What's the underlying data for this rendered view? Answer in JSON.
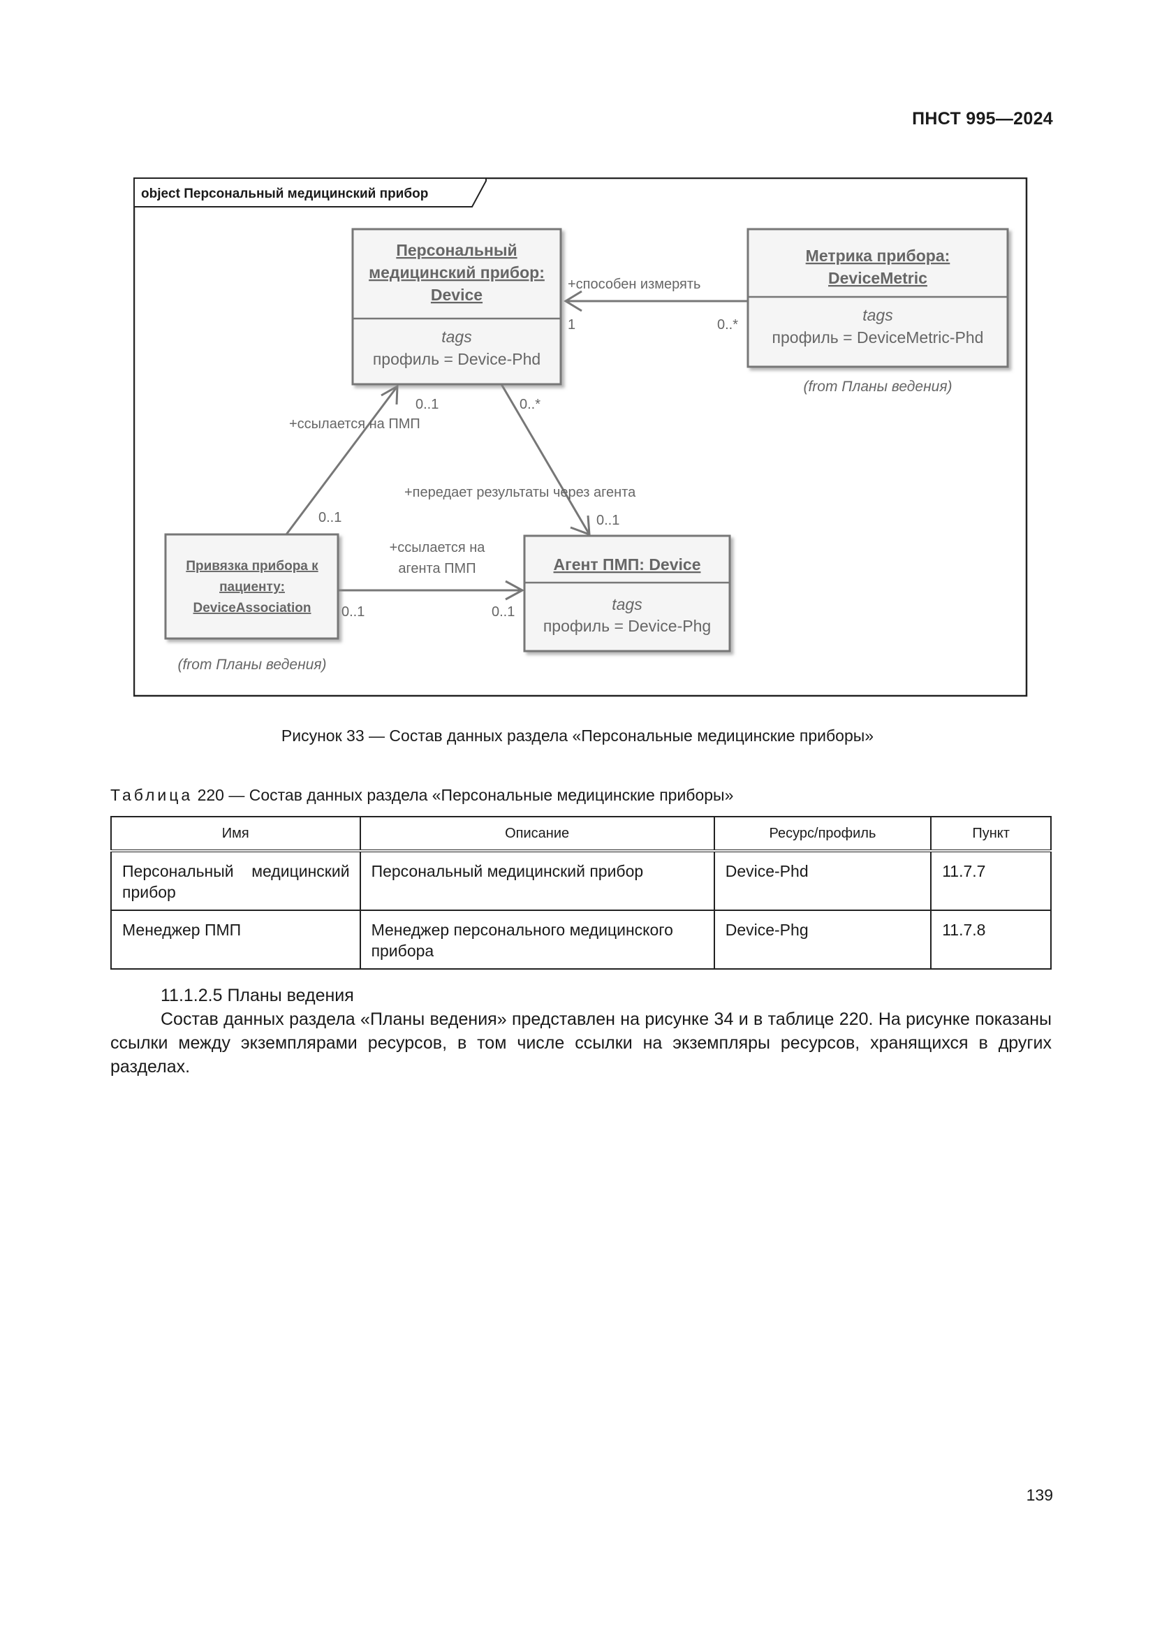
{
  "header": {
    "doc_id": "ПНСТ 995—2024"
  },
  "diagram": {
    "frame_title": "object Персональный медицинский прибор",
    "nodes": {
      "device": {
        "title_lines": [
          "Персональный",
          "медицинский прибор:",
          "Device"
        ],
        "stereotype": "tags",
        "attribute": "профиль = Device-Phd"
      },
      "metric": {
        "title_lines": [
          "Метрика прибора:",
          "DeviceMetric"
        ],
        "stereotype": "tags",
        "attribute": "профиль = DeviceMetric-Phd",
        "source": "(from Планы ведения)"
      },
      "association": {
        "title_lines": [
          "Привязка прибора к",
          "пациенту:",
          "DeviceAssociation"
        ],
        "source": "(from Планы ведения)"
      },
      "agent": {
        "title_lines": [
          "Агент ПМП: Device"
        ],
        "stereotype": "tags",
        "attribute": "профиль = Device-Phg"
      }
    },
    "links": {
      "measures": {
        "label": "+способен измерять",
        "mult_target": "1",
        "mult_source": "0..*"
      },
      "refers_pmp": {
        "label": "+ссылается на ПМП",
        "mult_target": "0..1",
        "mult_source": "0..1"
      },
      "transmits": {
        "label": "+передает результаты через агента",
        "mult_source": "0..*",
        "mult_target": "0..1"
      },
      "refers_agent": {
        "label_lines": [
          "+ссылается на",
          "агента ПМП"
        ],
        "mult_source": "0..1",
        "mult_target": "0..1"
      }
    }
  },
  "figure_caption": "Рисунок 33 — Состав данных раздела «Персональные медицинские приборы»",
  "table": {
    "title_prefix": "Таблица",
    "title_rest": " 220 — Состав данных раздела «Персональные медицинские приборы»",
    "columns": [
      "Имя",
      "Описание",
      "Ресурс/профиль",
      "Пункт"
    ],
    "rows": [
      [
        "Персональный медицинский прибор",
        "Персональный медицинский прибор",
        "Device-Phd",
        "11.7.7"
      ],
      [
        "Менеджер ПМП",
        "Менеджер персонального медицинского прибора",
        "Device-Phg",
        "11.7.8"
      ]
    ]
  },
  "section": {
    "heading": "11.1.2.5 Планы ведения",
    "paragraph": "Состав данных раздела «Планы ведения» представлен на рисунке 34 и в таблице 220. На рисунке показаны ссылки между экземплярами ресурсов, в том числе ссылки на экземпляры ресурсов, хранящихся в других разделах."
  },
  "page_number": "139"
}
